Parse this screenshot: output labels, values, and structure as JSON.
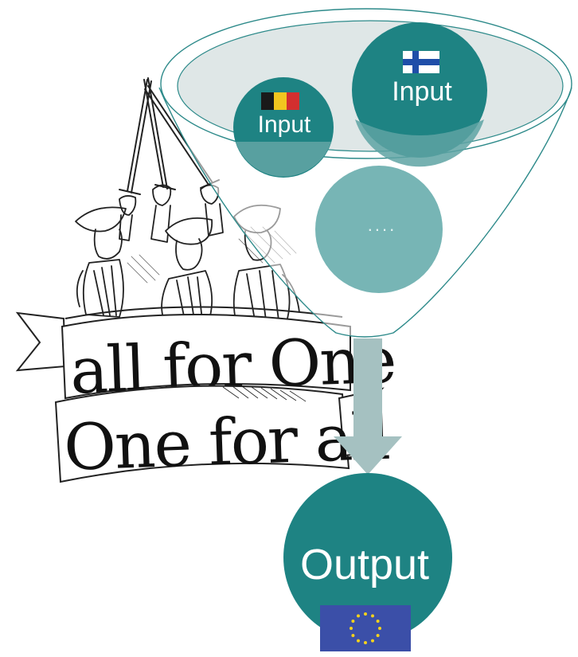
{
  "banner_top": "all for One",
  "banner_bottom": "One for all",
  "inputs": [
    {
      "label": "Input",
      "flag": "belgium"
    },
    {
      "label": "Input",
      "flag": "finland"
    }
  ],
  "more_label": "....",
  "output_label": "Output",
  "flag_eu": "european-union",
  "colors": {
    "teal_dark": "#1e8383",
    "teal_light": "#77b5b5",
    "funnel_stroke": "#2d8a8a",
    "arrow": "#a5c1c1",
    "eu_blue": "#3b4fa8",
    "eu_star": "#f4d21c"
  }
}
